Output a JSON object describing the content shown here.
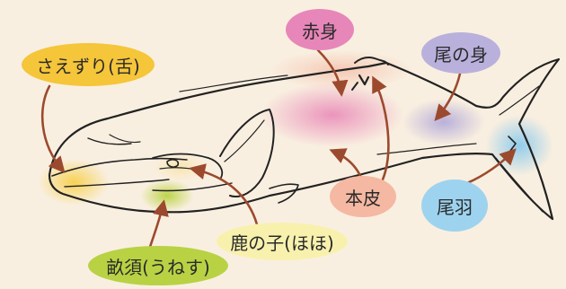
{
  "labels": {
    "tongue": "さえずり(舌)",
    "red_meat": "赤身",
    "tail_meat": "尾の身",
    "skin": "本皮",
    "fluke": "尾羽",
    "throat": "鹿の子(ほほ)",
    "ventral_grooves": "畝須(うねす)"
  },
  "colors": {
    "background": "#f9efe0",
    "tongue": "#f5c53a",
    "red_meat": "#e786b9",
    "tail_meat": "#b9b1dc",
    "skin": "#f5b8a2",
    "fluke": "#9dd3ef",
    "throat": "#f8f1ae",
    "ventral_grooves": "#b8d244",
    "arrow": "#9c4a2e",
    "outline": "#222222"
  }
}
